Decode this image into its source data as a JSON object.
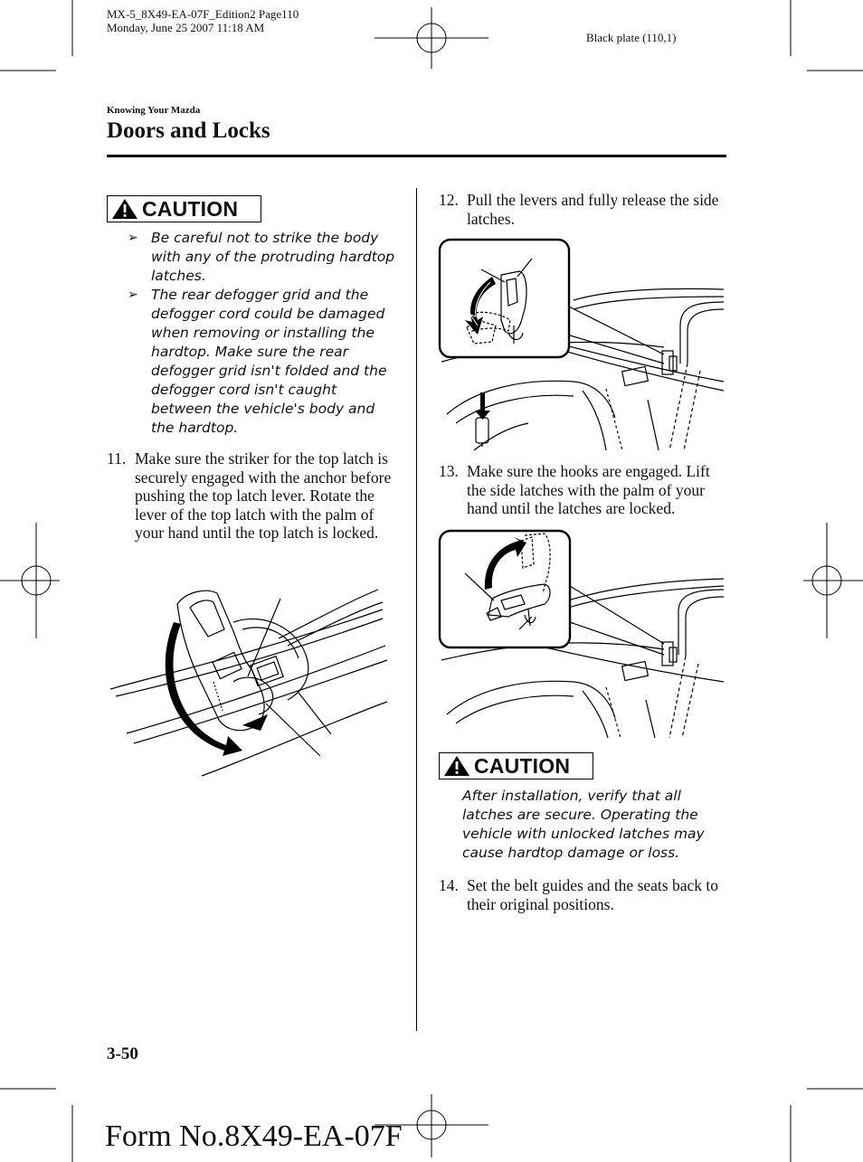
{
  "print_header": {
    "line1": "MX-5_8X49-EA-07F_Edition2 Page110",
    "line2": "Monday, June 25 2007 11:18 AM",
    "plate": "Black plate (110,1)"
  },
  "section": {
    "label": "Knowing Your Mazda",
    "title": "Doors and Locks"
  },
  "caution_1": {
    "label": "CAUTION",
    "items": [
      "Be careful not to strike the body with any of the protruding hardtop latches.",
      "The rear defogger grid and the defogger cord could be damaged when removing or installing the hardtop. Make sure the rear defogger grid isn't folded and the defogger cord isn't caught between the vehicle's body and the hardtop."
    ]
  },
  "steps": {
    "s11": {
      "num": "11.",
      "text": "Make sure the striker for the top latch is securely engaged with the anchor before pushing the top latch lever. Rotate the lever of the top latch with the palm of your hand until the top latch is locked."
    },
    "s12": {
      "num": "12.",
      "text": "Pull the levers and fully release the side latches."
    },
    "s13": {
      "num": "13.",
      "text": "Make sure the hooks are engaged. Lift the side latches with the palm of your hand until the latches are locked."
    },
    "s14": {
      "num": "14.",
      "text": "Set the belt guides and the seats back to their original positions."
    }
  },
  "caution_2": {
    "label": "CAUTION",
    "text": "After installation, verify that all latches are secure. Operating the vehicle with unlocked latches may cause hardtop damage or loss."
  },
  "footer": {
    "page_number": "3-50",
    "form_number": "Form No.8X49-EA-07F"
  }
}
